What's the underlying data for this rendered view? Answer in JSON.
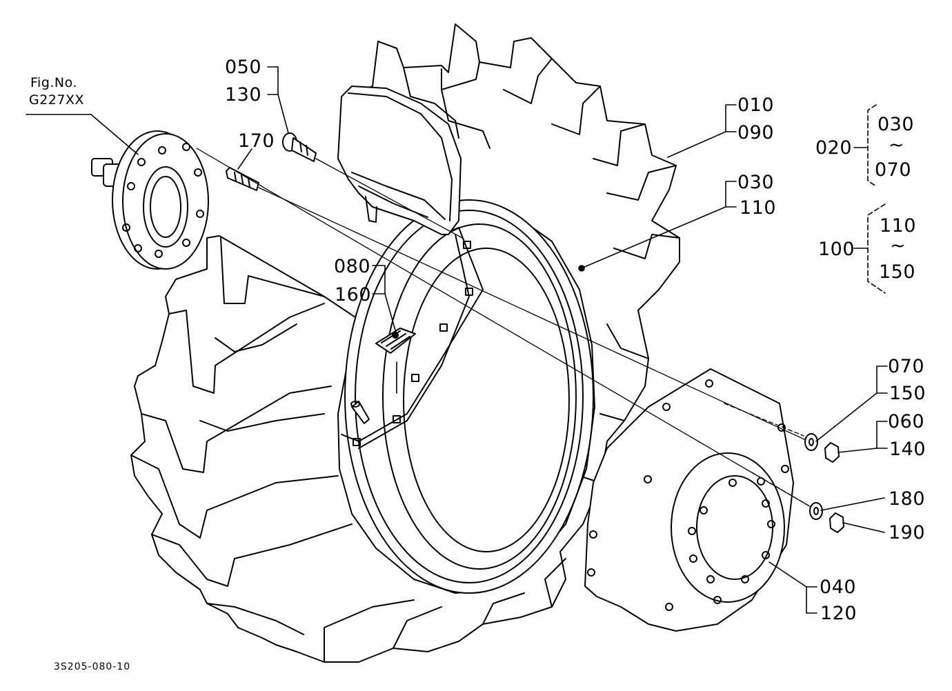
{
  "figure": {
    "fig_no_label": "Fig.No.",
    "fig_no_value": "G227XX",
    "drawing_id": "3S205-080-10"
  },
  "callouts": {
    "c050": "050",
    "c130": "130",
    "c170": "170",
    "c010": "010",
    "c090": "090",
    "c030a": "030",
    "c110a": "110",
    "c080": "080",
    "c160": "160",
    "g020_main": "020",
    "g020_from": "030",
    "g020_to": "070",
    "g100_main": "100",
    "g100_from": "110",
    "g100_to": "150",
    "range_mark": "~",
    "c070": "070",
    "c150": "150",
    "c060": "060",
    "c140": "140",
    "c180": "180",
    "c190": "190",
    "c040": "040",
    "c120": "120"
  }
}
